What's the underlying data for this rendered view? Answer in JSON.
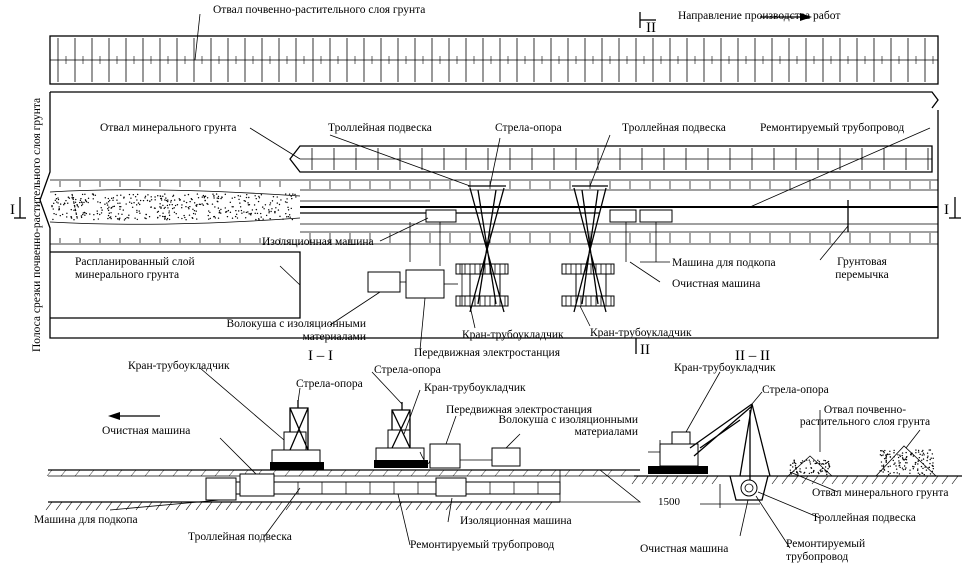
{
  "plan": {
    "topsoil_dump": "Отвал почвенно-растительного слоя грунта",
    "work_direction": "Направление производства работ",
    "strip_label": "Полоса срезки почвенно-растительного слоя грунта",
    "mineral_dump": "Отвал минерального грунта",
    "trolley_left": "Троллейная подвеска",
    "boom_support": "Стрела-опора",
    "trolley_right": "Троллейная подвеска",
    "repaired_pipeline": "Ремонтируемый трубопровод",
    "insulation_machine": "Изоляционная машина",
    "leveled_layer": "Распланированный слой минерального грунта",
    "undermining_machine": "Машина для подкопа",
    "cleaning_machine": "Очистная машина",
    "soil_plug": "Грунтовая перемычка",
    "drag_materials": "Волокуша с изоляционными материалами",
    "crane_left": "Кран-трубоукладчик",
    "crane_right": "Кран-трубоукладчик",
    "power_station": "Передвижная электростанция",
    "cut_mark": "I",
    "cut2_mark": "II"
  },
  "section1": {
    "title": "I – I",
    "crane_top": "Кран-трубоукладчик",
    "boom_support_1": "Стрела-опора",
    "boom_support_2": "Стрела-опора",
    "crane_2": "Кран-трубоукладчик",
    "cleaning_machine": "Очистная машина",
    "power_station": "Передвижная электростанция",
    "drag_materials": "Волокуша с изоляционными материалами",
    "undermining_machine": "Машина для подкопа",
    "insulation_machine": "Изоляционная машина",
    "trolley": "Троллейная подвеска",
    "repaired_pipeline": "Ремонтируемый трубопровод"
  },
  "section2": {
    "title": "II – II",
    "crane": "Кран-трубоукладчик",
    "boom_support": "Стрела-опора",
    "topsoil_dump": "Отвал почвенно-растительного слоя грунта",
    "mineral_dump": "Отвал минерального грунта",
    "trolley": "Троллейная подвеска",
    "dimension": "1500",
    "cleaning_machine": "Очистная машина",
    "repaired_pipeline": "Ремонтируемый трубопровод"
  }
}
